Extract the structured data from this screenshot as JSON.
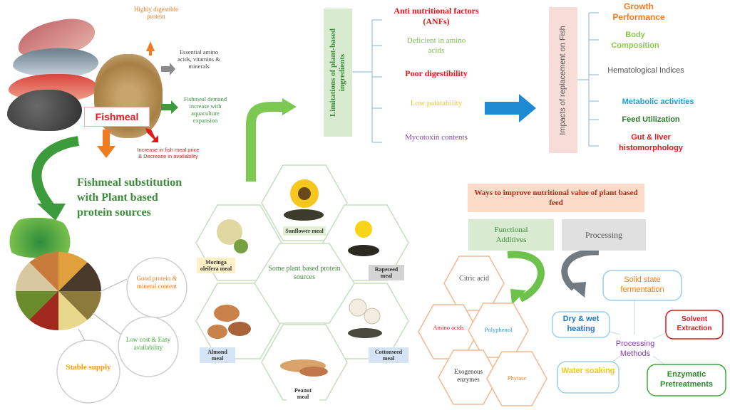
{
  "fishmeal": {
    "title": "Fishmeal",
    "points": [
      {
        "text": "Highly digestible protein",
        "color": "#f07c22"
      },
      {
        "text": "Essential amino acids, vitamins & minerals",
        "color": "#555555"
      },
      {
        "text": "Fishmeal demand increase with aquaculture expansion",
        "color": "#3c8c3c"
      },
      {
        "text": "Increase in fish meal price & Decrease in availability",
        "color": "#e0191c"
      }
    ]
  },
  "substitution": {
    "title": "Fishmeal substitution with Plant based protein sources"
  },
  "benefits": [
    {
      "text": "Good protein & mineral content",
      "color": "#f07c22"
    },
    {
      "text": "Low cost & Easy availability",
      "color": "#3caa3c"
    },
    {
      "text": "Stable supply",
      "color": "#f0a020"
    }
  ],
  "limitations": {
    "header": "Limitations of plant-based ingredients",
    "items": [
      {
        "text": "Anti nutritional factors (ANFs)",
        "color": "#e0191c"
      },
      {
        "text": "Deficient in amino acids",
        "color": "#7cc24a"
      },
      {
        "text": "Poor digestibility",
        "color": "#e0191c"
      },
      {
        "text": "Low palatability",
        "color": "#f2c818"
      },
      {
        "text": "Mycotoxin contents",
        "color": "#8a3cb4"
      }
    ]
  },
  "impacts": {
    "header": "Impacts of replacement on Fish",
    "items": [
      {
        "text": "Growth Performance",
        "color": "#f07c22"
      },
      {
        "text": "Body Composition",
        "color": "#8cc84a"
      },
      {
        "text": "Hematological Indices",
        "color": "#555555"
      },
      {
        "text": "Metabolic activities",
        "color": "#1ea0dc"
      },
      {
        "text": "Feed Utilization",
        "color": "#2a7a2a"
      },
      {
        "text": "Gut & liver histomorphology",
        "color": "#e0191c"
      }
    ]
  },
  "plants": {
    "center": "Some plant based protein sources",
    "items": [
      {
        "name": "Sunflower meal",
        "bg": "#e3f0d6"
      },
      {
        "name": "Rapeseed meal",
        "bg": "#d4d4d4"
      },
      {
        "name": "Cottonseed meal",
        "bg": "#d4e4f4"
      },
      {
        "name": "Peanut meal",
        "bg": "#ffffff"
      },
      {
        "name": "Almond meal",
        "bg": "#d4e4f4"
      },
      {
        "name": "Moringa oleifera meal",
        "bg": "#fff0c8"
      }
    ]
  },
  "ways": {
    "header": "Ways to improve nutritional value of plant based feed",
    "functional": "Functional Additives",
    "processing": "Processing",
    "additives": [
      {
        "text": "Citric acid",
        "color": "#555555"
      },
      {
        "text": "Amino acids",
        "color": "#e0191c"
      },
      {
        "text": "Polyphenol",
        "color": "#1ea0dc"
      },
      {
        "text": "Exogenous enzymes",
        "color": "#333333"
      },
      {
        "text": "Phytase",
        "color": "#f07c22"
      }
    ],
    "methods_center": "Processing Methods",
    "methods": [
      {
        "text": "Solid state fermentation",
        "color": "#f07c22"
      },
      {
        "text": "Dry & wet heating",
        "color": "#1e78c8"
      },
      {
        "text": "Solvent Extraction",
        "color": "#e0191c"
      },
      {
        "text": "Water soaking",
        "color": "#f2c818"
      },
      {
        "text": "Enzymatic Pretreatments",
        "color": "#2a8a2a"
      }
    ]
  },
  "colors": {
    "green_arrow": "#6cc24a",
    "orange_arrow": "#f07c22",
    "blue_arrow": "#1e8ad2",
    "limit_box": "#d8ead0",
    "impact_box": "#f8dcd8",
    "ways_box": "#fcdcc8"
  }
}
